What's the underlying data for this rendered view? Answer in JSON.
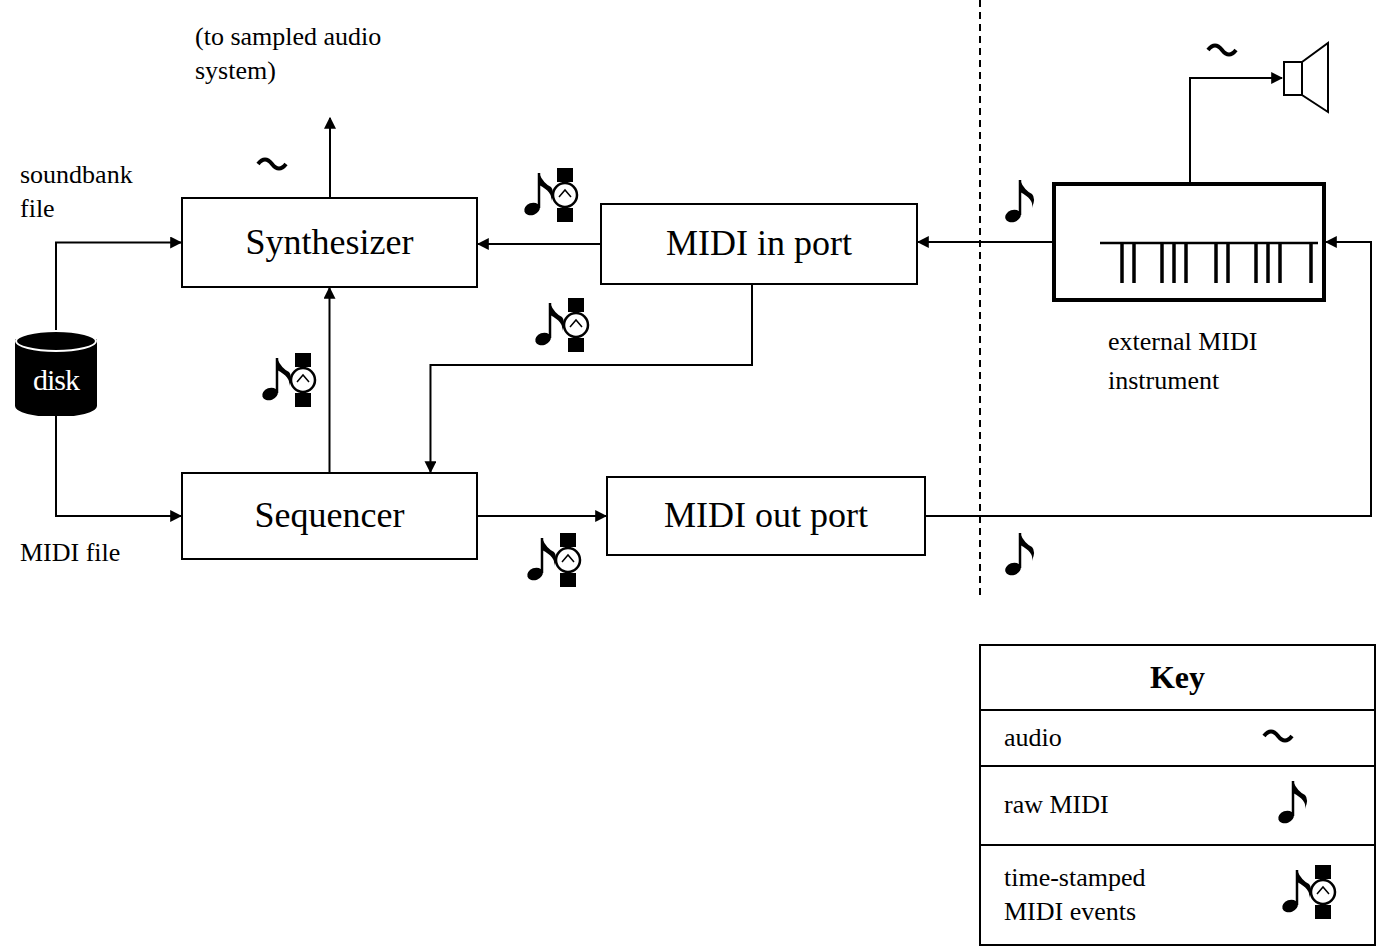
{
  "diagram": {
    "nodes": [
      {
        "text": [
          "Synthesizer"
        ]
      },
      {
        "text": [
          "MIDI in port"
        ]
      },
      {
        "text": [
          "external MIDI instrument"
        ]
      },
      {
        "text": [
          "disk"
        ]
      },
      {
        "text": [
          "Sequencer"
        ]
      },
      {
        "text": [
          "MIDI out port"
        ]
      }
    ],
    "edges": [
      {
        "from": 1,
        "to": 0,
        "arrow": "to"
      },
      {
        "from": 1,
        "to": 4,
        "arrow": "to"
      },
      {
        "from": 4,
        "to": 0,
        "arrow": "to"
      },
      {
        "from": 4,
        "to": 5,
        "arrow": "to"
      },
      {
        "from": 2,
        "to": 1,
        "arrow": "to"
      },
      {
        "from": 5,
        "to": 2,
        "arrow": "to"
      },
      {
        "from": 3,
        "to": 0,
        "arrow": "to",
        "label": "soundbank file"
      },
      {
        "from": 3,
        "to": 4,
        "arrow": "to",
        "label": "MIDI file"
      }
    ],
    "labels": [
      "(to sampled audio system)",
      "Key"
    ],
    "legend": [
      {
        "text": "audio"
      },
      {
        "text": "raw MIDI"
      },
      {
        "text": "time-stamped MIDI events"
      }
    ]
  }
}
